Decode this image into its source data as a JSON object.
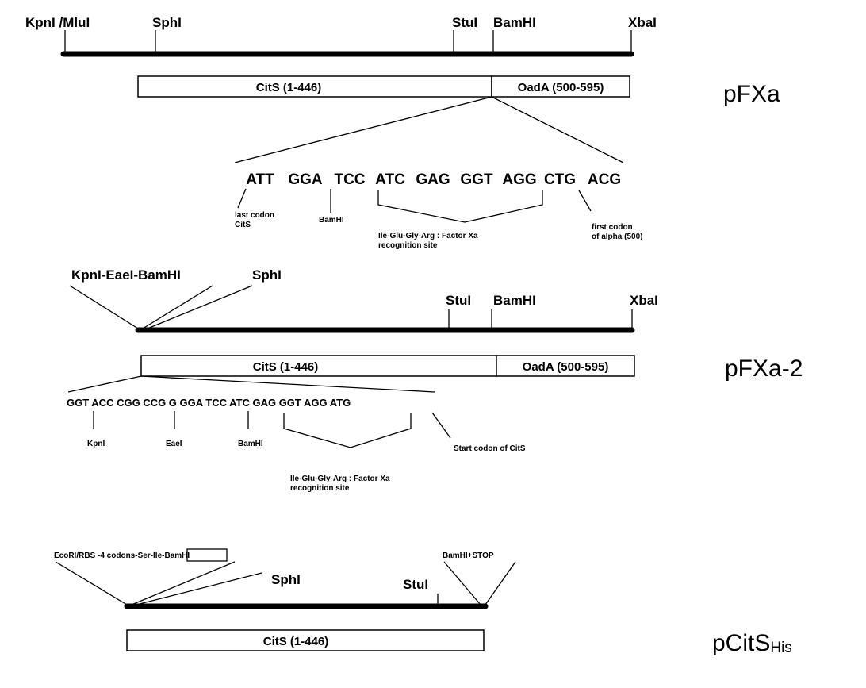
{
  "section1": {
    "name": "pFXa",
    "sites": {
      "kpni_mlui": "KpnI /MluI",
      "sphi": "SphI",
      "stui": "StuI",
      "bamhi": "BamHI",
      "xbai": "XbaI"
    },
    "box": {
      "cits": "CitS (1-446)",
      "oada": "OadA (500-595)"
    },
    "sequence": [
      "ATT",
      "GGA",
      "TCC",
      "ATC",
      "GAG",
      "GGT",
      "AGG",
      "CTG",
      "ACG"
    ],
    "notes": {
      "last_codon": [
        "last codon",
        "CitS"
      ],
      "bamhi": "BamHI",
      "factor_xa": [
        "Ile-Glu-Gly-Arg : Factor Xa",
        "recognition site"
      ],
      "first_codon": [
        "first codon",
        "of alpha (500)"
      ]
    }
  },
  "section2": {
    "name": "pFXa-2",
    "sites": {
      "kpni_easi_bamhi": "KpnI-EaeI-BamHI",
      "sphi": "SphI",
      "stui": "StuI",
      "bamhi": "BamHI",
      "xbai": "XbaI"
    },
    "box": {
      "cits": "CitS (1-446)",
      "oada": "OadA (500-595)"
    },
    "sequence": "GGT ACC CGG CCG G GGA TCC ATC GAG GGT AGG ATG",
    "notes": {
      "kpni": "KpnI",
      "easi": "EaeI",
      "bamhi": "BamHI",
      "factor_xa": [
        "Ile-Glu-Gly-Arg : Factor Xa",
        "recognition site"
      ],
      "start_codon": "Start codon of CitS"
    }
  },
  "section3": {
    "name_main": "pCitS",
    "name_sub": "His",
    "sites": {
      "left_pre": "EcoRI/RBS -4 codons-",
      "left_boxed": "Ser-Ile-",
      "left_post": "BamHI",
      "sphi": "SphI",
      "stui": "StuI",
      "bamhi_stop": "BamHI+STOP"
    },
    "box": {
      "cits": "CitS (1-446)"
    }
  }
}
